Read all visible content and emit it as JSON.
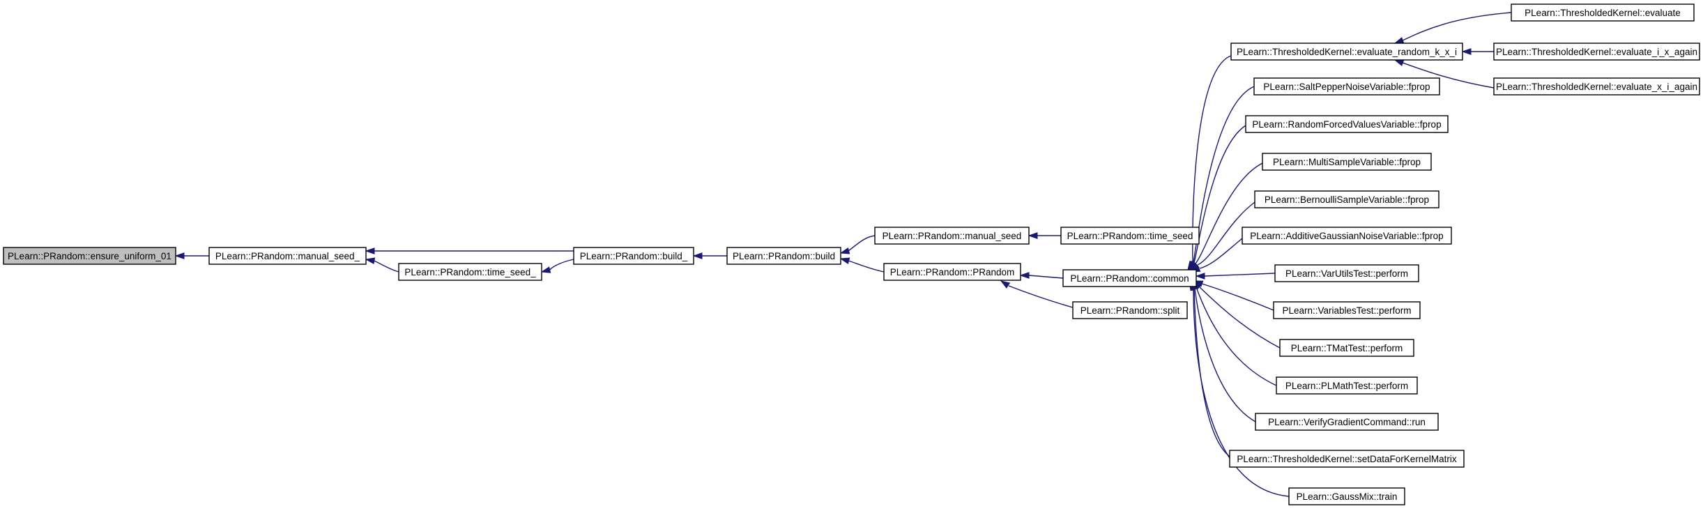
{
  "colors": {
    "edge": "#191970",
    "root_fill": "#bfbfbf",
    "node_fill": "#ffffff",
    "node_stroke": "#000000"
  },
  "nodes": {
    "ensure_uniform_01": "PLearn::PRandom::ensure_uniform_01",
    "manual_seed_": "PLearn::PRandom::manual_seed_",
    "time_seed_": "PLearn::PRandom::time_seed_",
    "build_": "PLearn::PRandom::build_",
    "build": "PLearn::PRandom::build",
    "manual_seed": "PLearn::PRandom::manual_seed",
    "time_seed": "PLearn::PRandom::time_seed",
    "prandom": "PLearn::PRandom::PRandom",
    "common": "PLearn::PRandom::common",
    "split": "PLearn::PRandom::split",
    "evaluate_random_k_x_i": "PLearn::ThresholdedKernel::evaluate_random_k_x_i",
    "evaluate": "PLearn::ThresholdedKernel::evaluate",
    "evaluate_i_x_again": "PLearn::ThresholdedKernel::evaluate_i_x_again",
    "evaluate_x_i_again": "PLearn::ThresholdedKernel::evaluate_x_i_again",
    "saltpepper": "PLearn::SaltPepperNoiseVariable::fprop",
    "randomforced": "PLearn::RandomForcedValuesVariable::fprop",
    "multisample": "PLearn::MultiSampleVariable::fprop",
    "bernoulli": "PLearn::BernoulliSampleVariable::fprop",
    "additivegaussian": "PLearn::AdditiveGaussianNoiseVariable::fprop",
    "varutilstest": "PLearn::VarUtilsTest::perform",
    "variablestest": "PLearn::VariablesTest::perform",
    "tmattest": "PLearn::TMatTest::perform",
    "plmathtest": "PLearn::PLMathTest::perform",
    "verifygradient": "PLearn::VerifyGradientCommand::run",
    "setdataforkernel": "PLearn::ThresholdedKernel::setDataForKernelMatrix",
    "gaussmix": "PLearn::GaussMix::train"
  },
  "edges": [
    [
      "manual_seed_",
      "ensure_uniform_01"
    ],
    [
      "build_",
      "manual_seed_"
    ],
    [
      "time_seed_",
      "manual_seed_"
    ],
    [
      "build_",
      "time_seed_"
    ],
    [
      "build",
      "build_"
    ],
    [
      "manual_seed",
      "build"
    ],
    [
      "prandom",
      "build"
    ],
    [
      "time_seed",
      "manual_seed"
    ],
    [
      "common",
      "prandom"
    ],
    [
      "split",
      "prandom"
    ],
    [
      "evaluate_random_k_x_i",
      "common"
    ],
    [
      "saltpepper",
      "common"
    ],
    [
      "randomforced",
      "common"
    ],
    [
      "multisample",
      "common"
    ],
    [
      "bernoulli",
      "common"
    ],
    [
      "additivegaussian",
      "common"
    ],
    [
      "varutilstest",
      "common"
    ],
    [
      "variablestest",
      "common"
    ],
    [
      "tmattest",
      "common"
    ],
    [
      "plmathtest",
      "common"
    ],
    [
      "verifygradient",
      "common"
    ],
    [
      "setdataforkernel",
      "common"
    ],
    [
      "gaussmix",
      "common"
    ],
    [
      "evaluate",
      "evaluate_random_k_x_i"
    ],
    [
      "evaluate_i_x_again",
      "evaluate_random_k_x_i"
    ],
    [
      "evaluate_x_i_again",
      "evaluate_random_k_x_i"
    ]
  ]
}
